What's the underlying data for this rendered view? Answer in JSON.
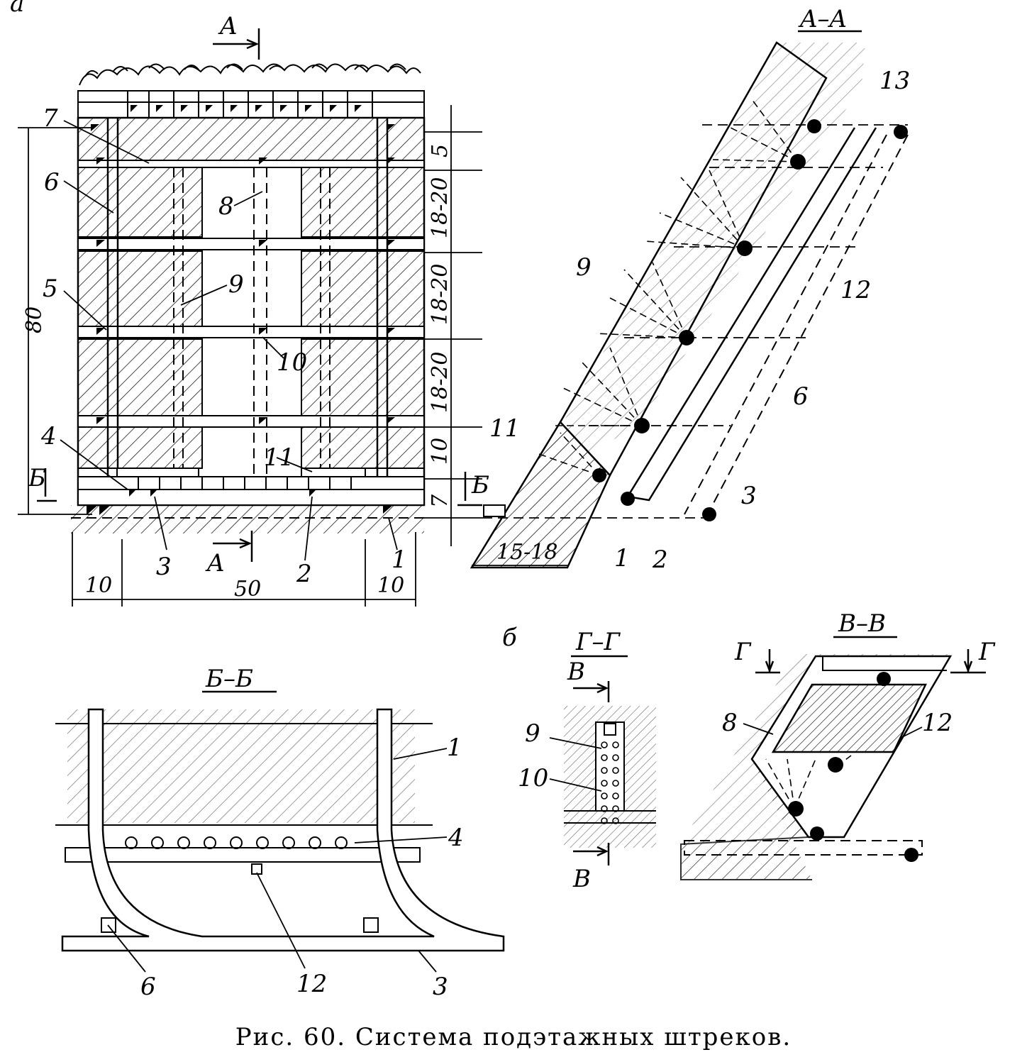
{
  "labels": {
    "part_a": "а",
    "part_b": "б",
    "section_aa_title": "A–A",
    "section_bb_title": "Б–Б",
    "section_vv_title": "В–В",
    "section_gg_title": "Г–Г",
    "cut_a": "A",
    "cut_b": "Б",
    "cut_v": "В",
    "cut_g": "Г"
  },
  "dimensions": {
    "height_total": "80",
    "level_1": "5",
    "level_2": "18-20",
    "level_3": "18-20",
    "level_4": "18-20",
    "level_5": "10",
    "level_6": "7",
    "width_left": "10",
    "width_mid": "50",
    "width_right": "10",
    "aa_bottom": "15-18"
  },
  "numbers": {
    "n1": "1",
    "n2": "2",
    "n3": "3",
    "n4": "4",
    "n5": "5",
    "n6": "6",
    "n7": "7",
    "n8": "8",
    "n9": "9",
    "n10": "10",
    "n11": "11",
    "n12": "12",
    "n13": "13"
  },
  "caption": "Рис. 60. Система подэтажных штреков."
}
